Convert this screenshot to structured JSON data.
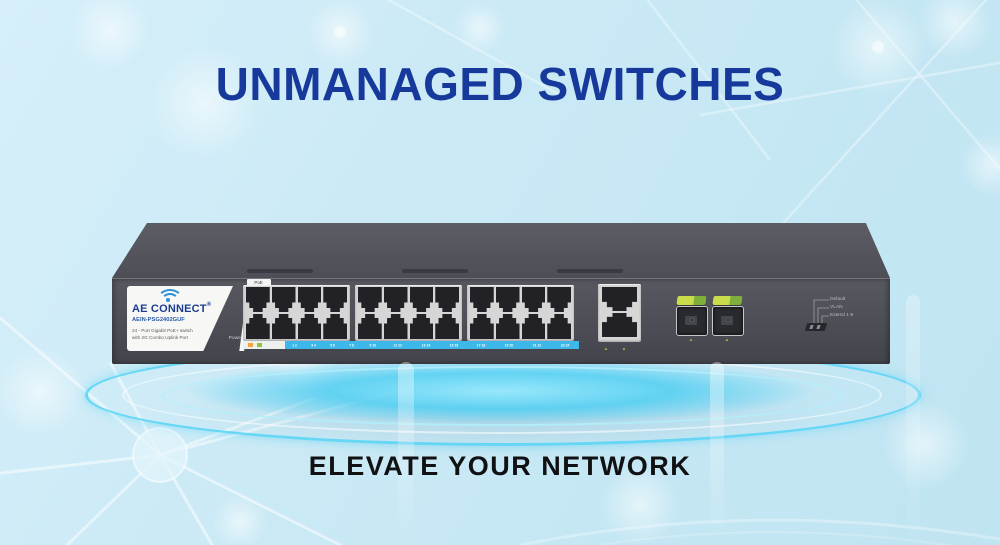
{
  "banner": {
    "title": "UNMANAGED SWITCHES",
    "tagline": "ELEVATE YOUR NETWORK"
  },
  "device": {
    "brand": "AE CONNECT",
    "brand_registered_mark": "®",
    "model": "AEIN-PSG2402GUF",
    "description_line1": "24 - Port Gigabit PoE+ switch",
    "description_line2": "with 2G Combo Uplink Port",
    "power_label": "Power",
    "poe_tag": "PoE",
    "port_numbers": [
      "1",
      "2",
      "3",
      "4",
      "5",
      "6",
      "7",
      "8",
      "9",
      "10",
      "11",
      "12",
      "13",
      "14",
      "15",
      "16",
      "17",
      "18",
      "19",
      "20",
      "21",
      "22",
      "23",
      "24"
    ],
    "uplink_marks": [
      "▲",
      "▲"
    ],
    "sfp_marks": [
      "▲",
      "▲"
    ],
    "dip_legend": [
      "Default",
      "VLAN",
      "Extend 1-8"
    ],
    "icons": {
      "wifi": "wifi-arcs-icon",
      "power_led": "yellow-dot",
      "rj45": "dark-jack-silhouette",
      "sfp": "metal-cage-with-green-tab",
      "dip_switch": "tiny-dark-slider"
    }
  },
  "colors": {
    "title_text": "#16399B",
    "tagline_text": "#101113",
    "background": "#C9E9F5",
    "platform_glow": "#4ACEF3",
    "chassis": "#4D4D55",
    "port_bezel": "#D5D6D5",
    "port_strip": "#3DB8E8",
    "strip_legend_orange": "#F2A33C",
    "strip_legend_green": "#8CC63F",
    "power_led": "#CCD63A",
    "sfp_tab_green": "#C9DC49",
    "brand_navy": "#1B3C8F",
    "wifi_blue": "#2A8FD4"
  }
}
